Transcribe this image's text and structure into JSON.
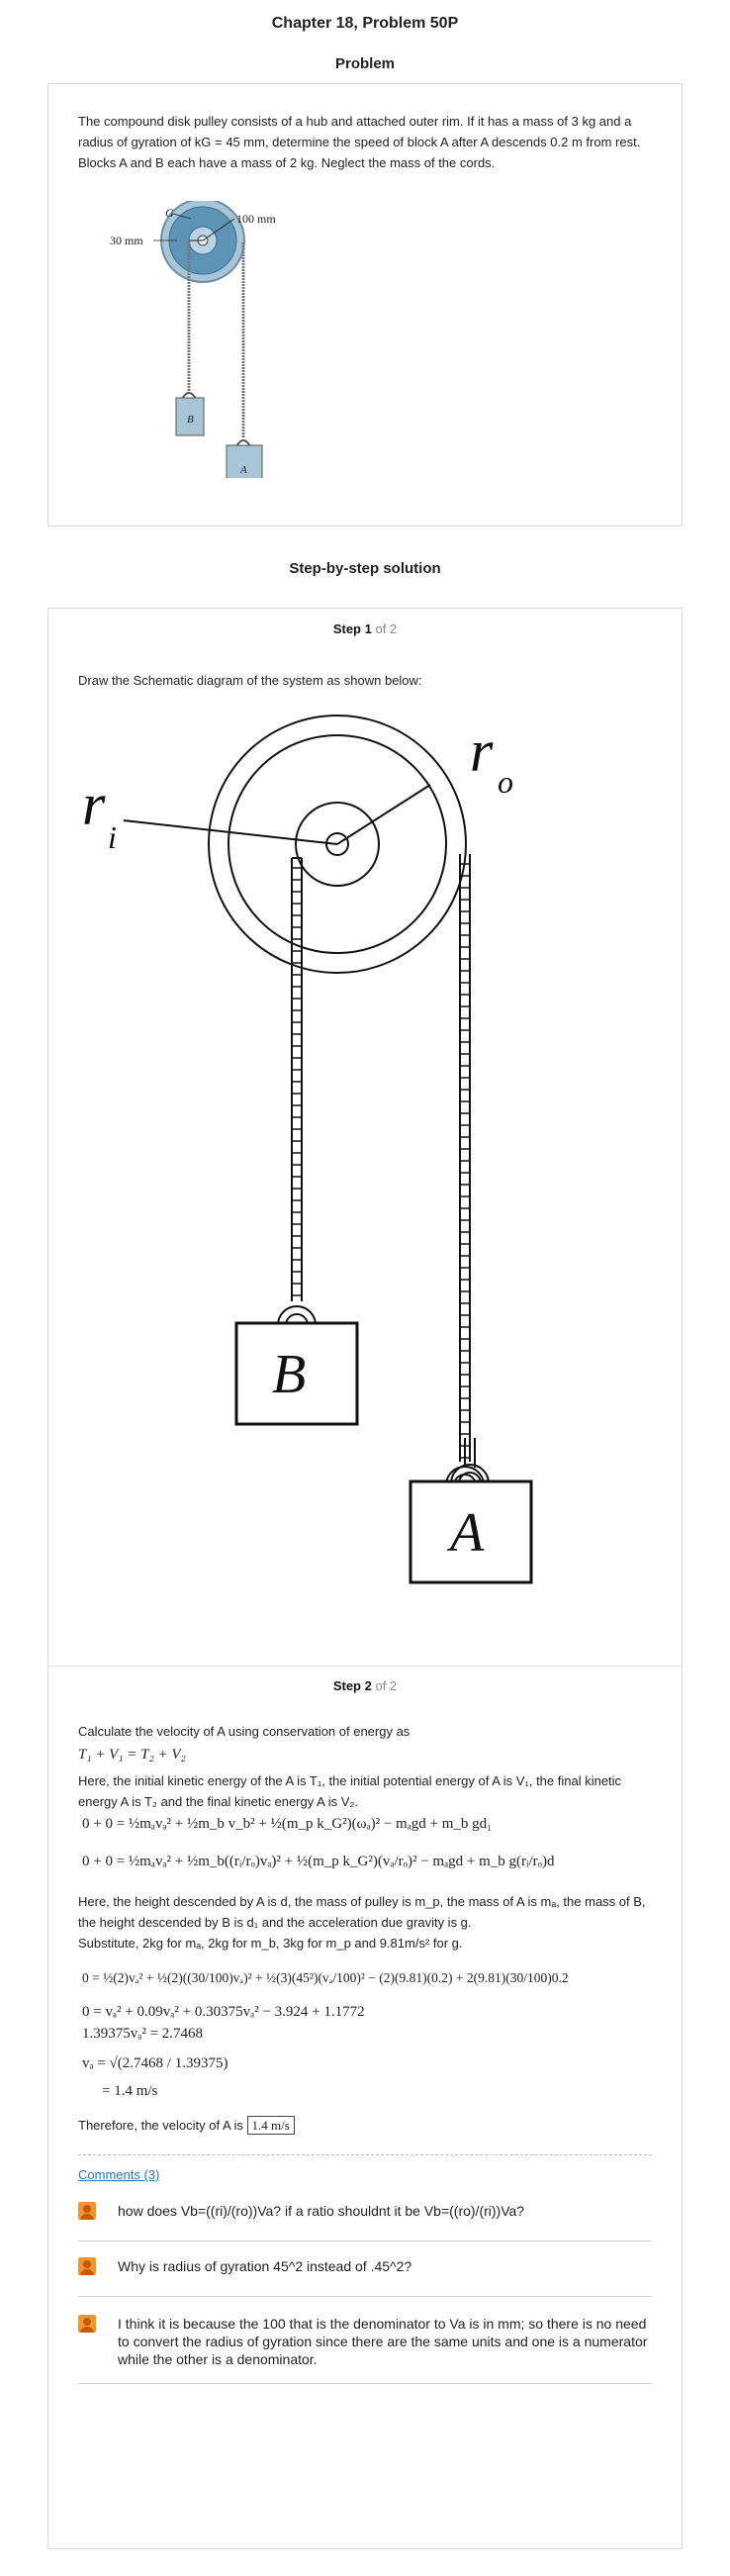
{
  "header": {
    "title": "Chapter 18, Problem 50P",
    "problem_heading": "Problem",
    "solution_heading": "Step-by-step solution"
  },
  "problem": {
    "text": "The compound disk pulley consists of a hub and attached outer rim. If it has a mass of 3 kg and a radius of gyration of kG = 45 mm, determine the speed of block A after A descends 0.2 m from rest. Blocks A and B each have a mass of 2 kg. Neglect the mass of the cords.",
    "figure": {
      "label_g": "G",
      "label_outer": "100 mm",
      "label_inner": "30 mm",
      "label_b": "B",
      "label_a": "A"
    }
  },
  "step1": {
    "label": "Step 1",
    "of": "of 2",
    "text": "Draw the Schematic diagram of the system as shown below:",
    "figure": {
      "label_ro": "r",
      "label_ro_sub": "o",
      "label_ri": "r",
      "label_ri_sub": "i",
      "label_b": "B",
      "label_a": "A"
    }
  },
  "step2": {
    "label": "Step 2",
    "of": "of 2",
    "line1": "Calculate the velocity of A using conservation of energy as",
    "eq_energy": "T₁ + V₁ = T₂ + V₂",
    "line2": "Here, the initial kinetic energy of the A is T₁, the initial potential energy of A is V₁, the final kinetic energy A is T₂ and the final kinetic energy A is V₂.",
    "eq1": "0 + 0 = ½mₐvₐ² + ½m_b v_b² + ½(m_p k_G²)(ωₐ)² − mₐgd + m_b gd₁",
    "eq2": "0 + 0 = ½mₐvₐ² + ½m_b((rᵢ/rₒ)vₐ)² + ½(m_p k_G²)(vₐ/rₒ)² − mₐgd + m_b g(rᵢ/rₒ)d",
    "line3": "Here, the height descended by A is d, the mass of pulley is m_p, the mass of A is mₐ, the mass of B, the height descended by B is d₁ and the acceleration due gravity is g.",
    "line4": "Substitute, 2kg for mₐ, 2kg for m_b, 3kg for m_p and 9.81m/s² for g.",
    "eq3": "0 = ½(2)vₐ² + ½(2)((30/100)vₐ)² + ½(3)(45²)(vₐ/100)² − (2)(9.81)(0.2) + 2(9.81)(30/100)0.2",
    "eq4": "0 = vₐ² + 0.09vₐ² + 0.30375vₐ² − 3.924 + 1.1772",
    "eq5": "1.39375vₐ² = 2.7468",
    "eq6_lhs": "vₐ = √(2.7468 / 1.39375)",
    "eq7": "= 1.4 m/s",
    "conclusion": "Therefore, the velocity of A is",
    "answer": "1.4 m/s"
  },
  "comments": {
    "link": "Comments (3)",
    "items": [
      "how does Vb=((ri)/(ro))Va? if a ratio shouldnt it be Vb=((ro)/(ri))Va?",
      "Why is radius of gyration 45^2 instead of .45^2?",
      "I think it is because the 100 that is the denominator to Va is in mm; so there is no need to convert the radius of gyration since there are the same units and one is a numerator while the other is a denominator."
    ]
  }
}
